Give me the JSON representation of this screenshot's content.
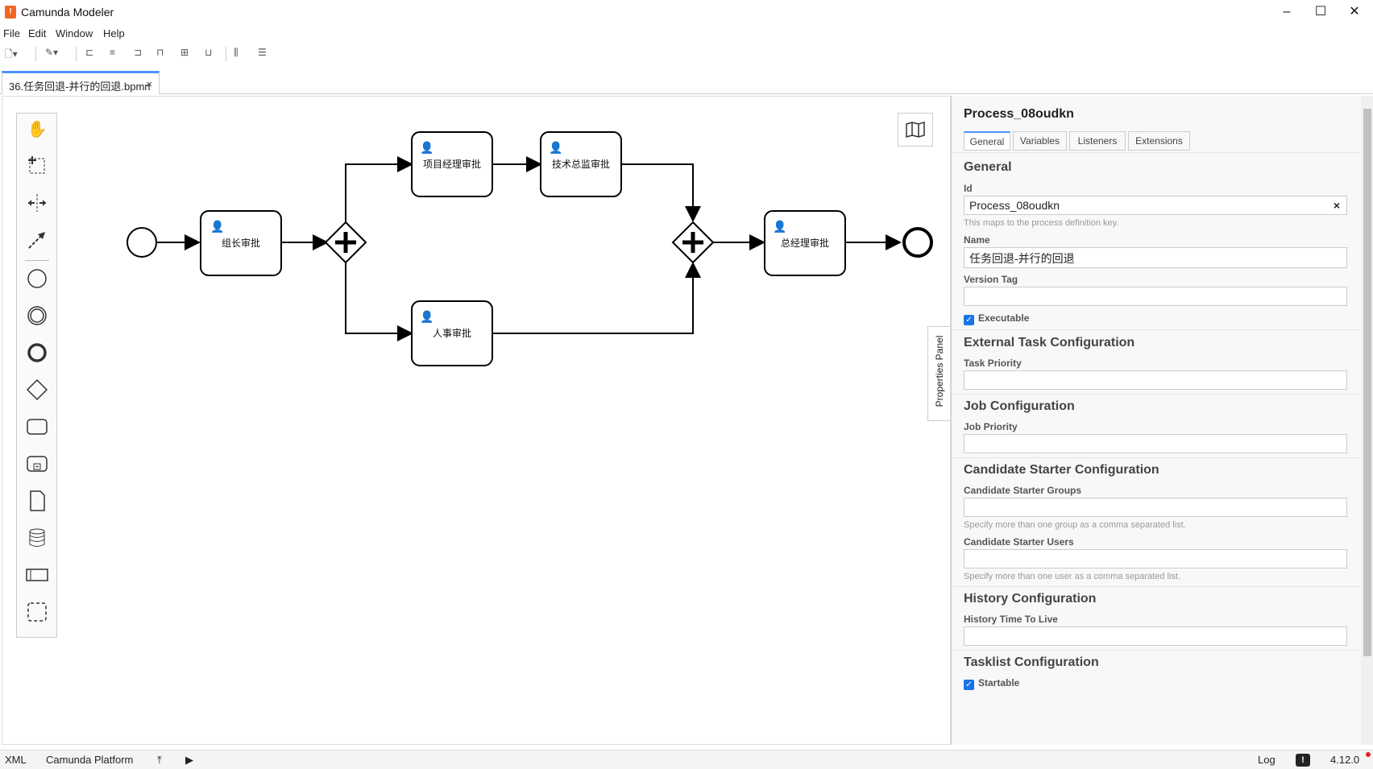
{
  "window": {
    "title": "Camunda Modeler",
    "icon_letter": "!",
    "minimize": "–",
    "maximize": "☐",
    "close": "✕"
  },
  "menu": {
    "file": "File",
    "edit": "Edit",
    "window": "Window",
    "help": "Help"
  },
  "tab": {
    "label": "36.任务回退-并行的回退.bpmn",
    "close": "×"
  },
  "diagram": {
    "tasks": {
      "team_lead": "组长审批",
      "pm": "项目经理审批",
      "tech_director": "技术总监审批",
      "hr": "人事审批",
      "gm": "总经理审批"
    }
  },
  "palette": [
    "hand-tool",
    "lasso-tool",
    "space-tool",
    "connect-tool",
    "start-event",
    "intermediate-event",
    "end-event",
    "gateway",
    "task",
    "subprocess",
    "data-object",
    "data-store",
    "pool",
    "group"
  ],
  "properties": {
    "handle": "Properties Panel",
    "title": "Process_08oudkn",
    "tabs": [
      "General",
      "Variables",
      "Listeners",
      "Extensions"
    ],
    "general": {
      "heading": "General",
      "id_label": "Id",
      "id_value": "Process_08oudkn",
      "id_clear": "×",
      "id_hint": "This maps to the process definition key.",
      "name_label": "Name",
      "name_value": "任务回退-并行的回退",
      "version_label": "Version Tag",
      "version_value": "",
      "executable_label": "Executable",
      "executable_checked": true
    },
    "external_task": {
      "heading": "External Task Configuration",
      "priority_label": "Task Priority"
    },
    "job": {
      "heading": "Job Configuration",
      "priority_label": "Job Priority"
    },
    "candidate": {
      "heading": "Candidate Starter Configuration",
      "groups_label": "Candidate Starter Groups",
      "groups_hint": "Specify more than one group as a comma separated list.",
      "users_label": "Candidate Starter Users",
      "users_hint": "Specify more than one user as a comma separated list."
    },
    "history": {
      "heading": "History Configuration",
      "ttl_label": "History Time To Live"
    },
    "tasklist": {
      "heading": "Tasklist Configuration",
      "startable_label": "Startable",
      "startable_checked": true
    }
  },
  "status": {
    "xml": "XML",
    "platform": "Camunda Platform",
    "log": "Log",
    "version": "4.12.0"
  }
}
